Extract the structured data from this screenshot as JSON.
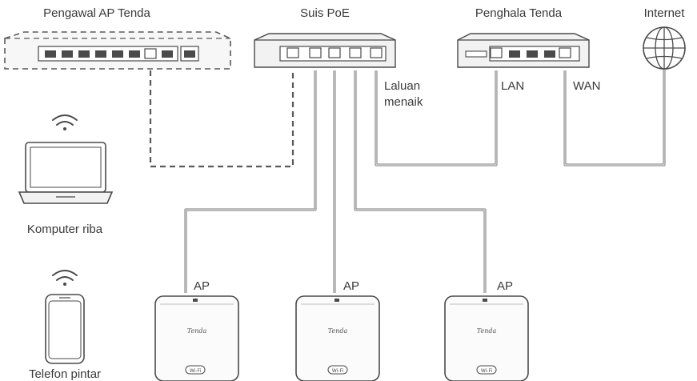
{
  "labels": {
    "ap_controller": "Pengawal AP Tenda",
    "poe_switch": "Suis PoE",
    "router": "Penghala Tenda",
    "internet": "Internet",
    "uplink_line1": "Laluan",
    "uplink_line2": "menaik",
    "lan": "LAN",
    "wan": "WAN",
    "laptop": "Komputer riba",
    "phone": "Telefon pintar",
    "ap1": "AP",
    "ap2": "AP",
    "ap3": "AP",
    "ap_brand": "Tenda",
    "ap_wifi_badge": "Wi-Fi"
  }
}
